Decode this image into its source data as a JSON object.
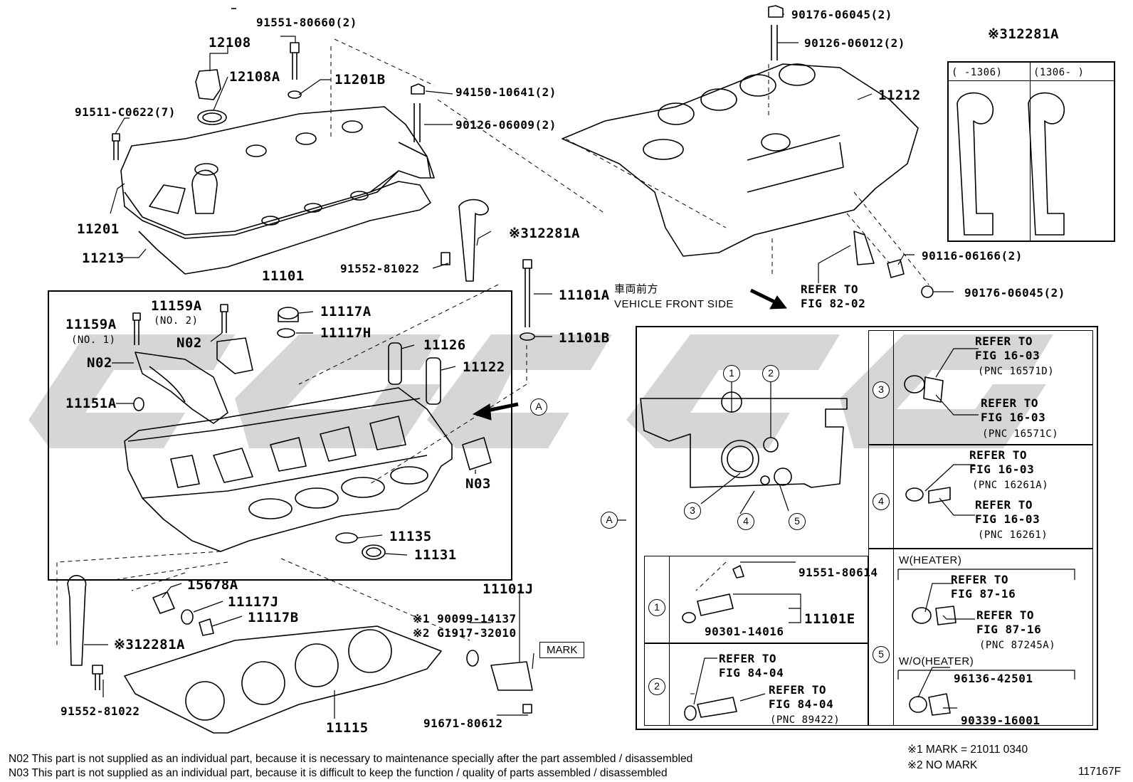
{
  "labels": {
    "p12108": "12108",
    "p12108A": "12108A",
    "p91551_80660": "91551-80660(2)",
    "p11201B": "11201B",
    "p91511": "91511-C0622(7)",
    "p94150": "94150-10641(2)",
    "p90126_06009": "90126-06009(2)",
    "p11201": "11201",
    "p11213": "11213",
    "p12281A_mid": "※312281A",
    "p91552_top": "91552-81022",
    "p11101": "11101",
    "p11101A": "11101A",
    "p11101B": "11101B",
    "p11159A_1": "11159A",
    "p11159A_1_sub": "(NO. 1)",
    "p11159A_2": "11159A",
    "p11159A_2_sub": "(NO. 2)",
    "p11117A": "11117A",
    "p11117H": "11117H",
    "pN02_a": "N02",
    "pN02_b": "N02",
    "p11126": "11126",
    "p11122": "11122",
    "p11151A": "11151A",
    "pN03": "N03",
    "p11135": "11135",
    "p11131": "11131",
    "p15678A": "15678A",
    "p11117J": "11117J",
    "p11117B": "11117B",
    "p12281A_bot": "※312281A",
    "p91552_bot": "91552-81022",
    "p11115": "11115",
    "p11101J": "11101J",
    "p90099": "※1 90099-14137",
    "pG1917": "※2 G1917-32010",
    "pMARK": "MARK",
    "p91671": "91671-80612",
    "p90176_top": "90176-06045(2)",
    "p90126_06012": "90126-06012(2)",
    "p12281A_box": "※312281A",
    "p1306_left": "(    -1306)",
    "p1306_right": "(1306-     )",
    "p11212": "11212",
    "p90116": "90116-06166(2)",
    "p90176_bot": "90176-06045(2)",
    "front_jp": "車両前方",
    "front_en": "VEHICLE FRONT SIDE",
    "refer_82_a": "REFER TO",
    "refer_82_b": "FIG 82-02",
    "viewA": "A",
    "viewA2": "A"
  },
  "detail": {
    "c1": "1",
    "c2": "2",
    "c3": "3",
    "c4": "4",
    "c5": "5",
    "r3a1": "REFER TO",
    "r3a2": "FIG 16-03",
    "r3a3": "(PNC 16571D)",
    "r3b1": "REFER TO",
    "r3b2": "FIG 16-03",
    "r3b3": "(PNC 16571C)",
    "r4a1": "REFER TO",
    "r4a2": "FIG 16-03",
    "r4a3": "(PNC 16261A)",
    "r4b1": "REFER TO",
    "r4b2": "FIG 16-03",
    "r4b3": "(PNC 16261)",
    "whtr": "W(HEATER)",
    "r5a1": "REFER TO",
    "r5a2": "FIG 87-16",
    "r5b1": "REFER TO",
    "r5b2": "FIG 87-16",
    "r5b3": "(PNC 87245A)",
    "wohtr": "W/O(HEATER)",
    "p96136": "96136-42501",
    "p90339": "90339-16001",
    "p91551_80614": "91551-80614",
    "p90301": "90301-14016",
    "p11101E": "11101E",
    "r2a1": "REFER TO",
    "r2a2": "FIG 84-04",
    "r2b1": "REFER TO",
    "r2b2": "FIG 84-04",
    "r2b3": "(PNC 89422)"
  },
  "footer": {
    "mark1": "※1 MARK = 21011 0340",
    "mark2": "※2 NO MARK",
    "n02": "N02  This part is not supplied as an individual part, because it is necessary to maintenance specially after the part assembled / disassembled",
    "n03": "N03  This part is not supplied as an individual part, because it is difficult to keep the function / quality of parts  assembled / disassembled",
    "figno": "117167F"
  }
}
